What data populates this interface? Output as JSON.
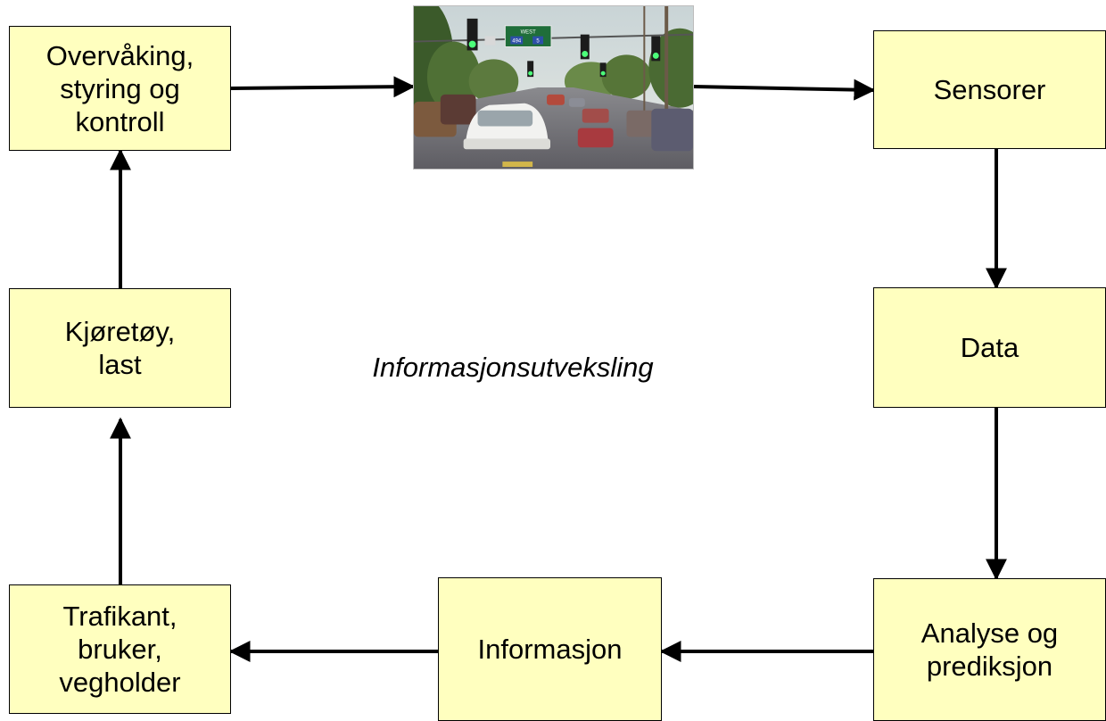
{
  "colors": {
    "box_fill": "#FFFFBF",
    "box_border": "#000000",
    "arrow": "#000000"
  },
  "boxes": {
    "overvaking": "Overvåking,\nstyring og\nkontroll",
    "kjoretoy": "Kjøretøy,\nlast",
    "trafikant": "Trafikant,\nbruker,\nvegholder",
    "informasjon": "Informasjon",
    "analyse": "Analyse og\nprediksjon",
    "data": "Data",
    "sensorer": "Sensorer"
  },
  "center_label": "Informasjonsutveksling",
  "photo": {
    "subject": "traffic-intersection-photo",
    "sign_text": "WEST",
    "route_numbers": [
      "494",
      "5"
    ]
  }
}
